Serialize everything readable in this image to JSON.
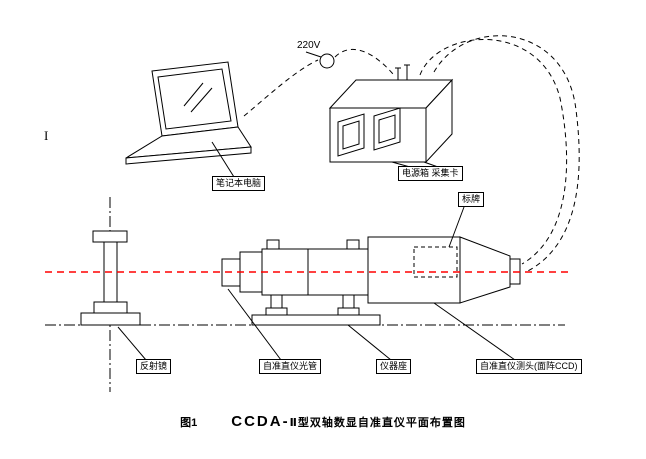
{
  "power": {
    "voltage": "220V"
  },
  "margin_mark": "I",
  "callouts": {
    "laptop": "笔记本电脑",
    "power_box": "电源箱 采集卡",
    "nameplate": "标牌",
    "reflector": "反射镜",
    "collimator_tube": "自准直仪光管",
    "instrument_base": "仪器座",
    "ccd_head": "自准直仪测头(面阵CCD)"
  },
  "caption": {
    "figure_number": "图1",
    "model_code": "CCDA-",
    "title": "Ⅱ型双轴数显自准直仪平面布置图"
  },
  "colors": {
    "line": "#000000",
    "optical_axis": "#ff0000",
    "background": "#ffffff"
  }
}
